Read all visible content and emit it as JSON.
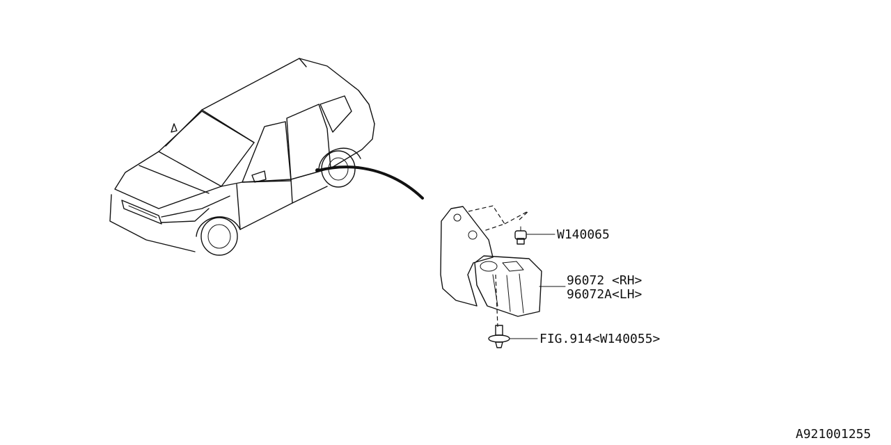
{
  "callouts": {
    "bolt": "W140065",
    "part_rh": "96072 <RH>",
    "part_lh": "96072A<LH>",
    "clip": "FIG.914<W140055>"
  },
  "diagram_code": "A921001255"
}
